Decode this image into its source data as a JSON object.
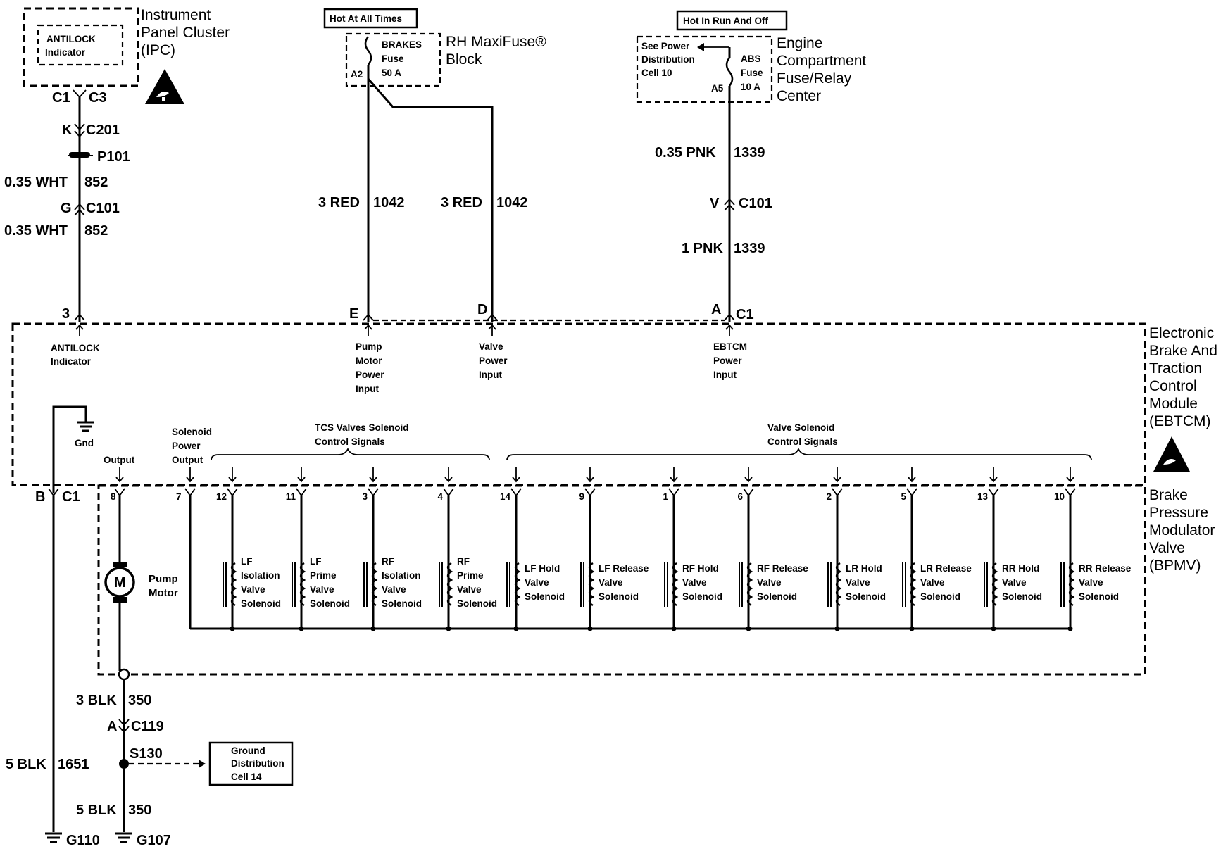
{
  "ipc": {
    "title_lines": [
      "Instrument",
      "Panel Cluster",
      "(IPC)"
    ],
    "indicator_lines": [
      "ANTILOCK",
      "Indicator"
    ],
    "conn_c1": "C1",
    "conn_c3": "C3"
  },
  "ipc_wire": {
    "c201_pin": "K",
    "c201": "C201",
    "p101": "P101",
    "wire1_color": "0.35 WHT",
    "wire1_circuit": "852",
    "c101_pin": "G",
    "c101": "C101",
    "wire2_color": "0.35 WHT",
    "wire2_circuit": "852",
    "ebtcm_pin": "3"
  },
  "maxifuse": {
    "hot_label": "Hot At All Times",
    "fuse_lines": [
      "BRAKES",
      "Fuse",
      "50 A"
    ],
    "fuse_pin": "A2",
    "block_lines": [
      "RH MaxiFuse®",
      "Block"
    ]
  },
  "red_wires": {
    "left_color": "3 RED",
    "left_circuit": "1042",
    "right_color": "3 RED",
    "right_circuit": "1042",
    "pin_e": "E",
    "pin_d": "D"
  },
  "engine_fuse": {
    "hot_label": "Hot In Run And Off",
    "see_power_lines": [
      "See Power",
      "Distribution",
      "Cell 10"
    ],
    "fuse_lines": [
      "ABS",
      "Fuse",
      "10 A"
    ],
    "fuse_pin": "A5",
    "center_lines": [
      "Engine",
      "Compartment",
      "Fuse/Relay",
      "Center"
    ]
  },
  "pnk_wire": {
    "wire1_color": "0.35 PNK",
    "wire1_circuit": "1339",
    "c101_pin": "V",
    "c101": "C101",
    "wire2_color": "1 PNK",
    "wire2_circuit": "1339",
    "pin_a": "A",
    "conn_c1": "C1"
  },
  "ebtcm": {
    "title_lines": [
      "Electronic",
      "Brake And",
      "Traction",
      "Control",
      "Module",
      "(EBTCM)"
    ],
    "antilock_lines": [
      "ANTILOCK",
      "Indicator"
    ],
    "pump_input_lines": [
      "Pump",
      "Motor",
      "Power",
      "Input"
    ],
    "valve_input_lines": [
      "Valve",
      "Power",
      "Input"
    ],
    "ebtcm_input_lines": [
      "EBTCM",
      "Power",
      "Input"
    ],
    "gnd": "Gnd",
    "output": "Output",
    "solenoid_output_lines": [
      "Solenoid",
      "Power",
      "Output"
    ],
    "tcs_group_lines": [
      "TCS Valves Solenoid",
      "Control Signals"
    ],
    "valve_group_lines": [
      "Valve Solenoid",
      "Control Signals"
    ],
    "pin_b": "B",
    "conn_c1": "C1",
    "pin_output": "8",
    "pin_sol_power": "7"
  },
  "bpmv": {
    "title_lines": [
      "Brake",
      "Pressure",
      "Modulator",
      "Valve",
      "(BPMV)"
    ],
    "pump_lines": [
      "Pump",
      "Motor"
    ],
    "motor_symbol": "M"
  },
  "solenoids": [
    {
      "pin": "12",
      "lines": [
        "LF",
        "Isolation",
        "Valve",
        "Solenoid"
      ]
    },
    {
      "pin": "11",
      "lines": [
        "LF",
        "Prime",
        "Valve",
        "Solenoid"
      ]
    },
    {
      "pin": "3",
      "lines": [
        "RF",
        "Isolation",
        "Valve",
        "Solenoid"
      ]
    },
    {
      "pin": "4",
      "lines": [
        "RF",
        "Prime",
        "Valve",
        "Solenoid"
      ]
    },
    {
      "pin": "14",
      "lines": [
        "LF Hold",
        "Valve",
        "Solenoid"
      ]
    },
    {
      "pin": "9",
      "lines": [
        "LF Release",
        "Valve",
        "Solenoid"
      ]
    },
    {
      "pin": "1",
      "lines": [
        "RF Hold",
        "Valve",
        "Solenoid"
      ]
    },
    {
      "pin": "6",
      "lines": [
        "RF Release",
        "Valve",
        "Solenoid"
      ]
    },
    {
      "pin": "2",
      "lines": [
        "LR Hold",
        "Valve",
        "Solenoid"
      ]
    },
    {
      "pin": "5",
      "lines": [
        "LR Release",
        "Valve",
        "Solenoid"
      ]
    },
    {
      "pin": "13",
      "lines": [
        "RR Hold",
        "Valve",
        "Solenoid"
      ]
    },
    {
      "pin": "10",
      "lines": [
        "RR Release",
        "Valve",
        "Solenoid"
      ]
    }
  ],
  "ground": {
    "wire1_color": "3 BLK",
    "wire1_circuit": "350",
    "c119_pin": "A",
    "c119": "C119",
    "splice": "S130",
    "dist_lines": [
      "Ground",
      "Distribution",
      "Cell 14"
    ],
    "wire2_color": "5 BLK",
    "wire2_circuit": "350",
    "left_color": "5 BLK",
    "left_circuit": "1651",
    "g110": "G110",
    "g107": "G107"
  }
}
